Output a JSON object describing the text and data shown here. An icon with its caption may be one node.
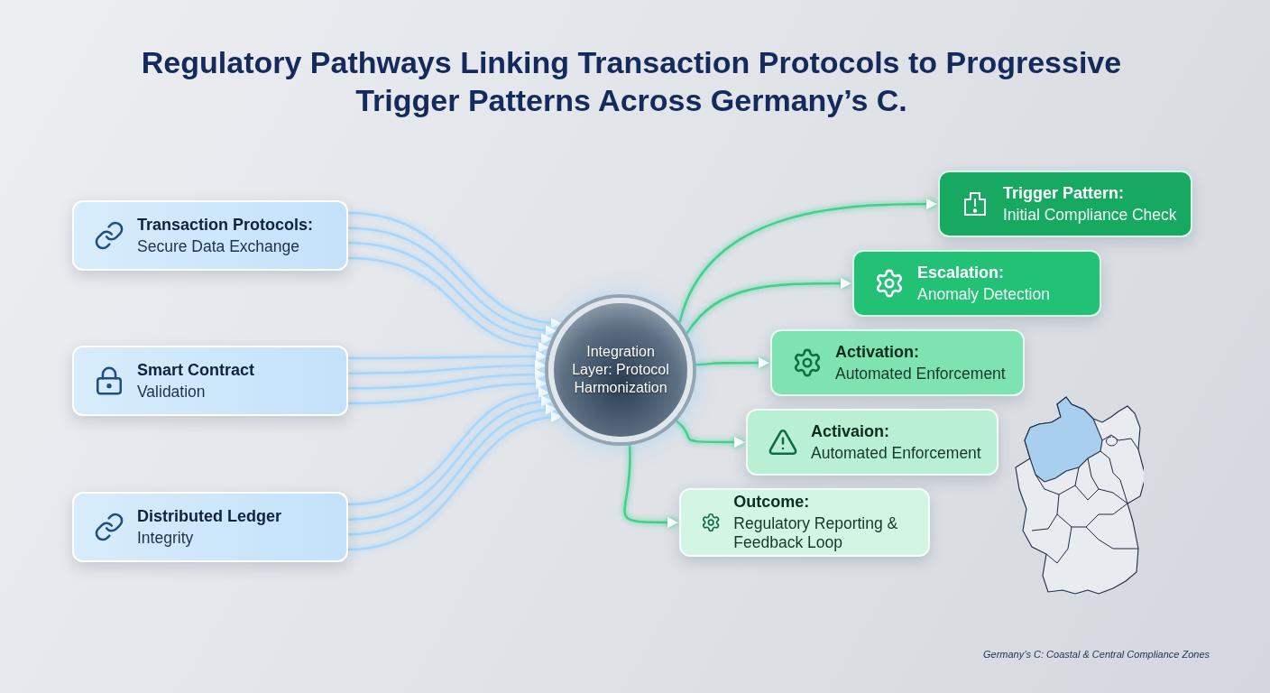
{
  "diagram": {
    "title": "Regulatory Pathways Linking Transaction Protocols to Progressive Trigger Patterns Across Germany’s C.",
    "nodes": [
      {
        "text": [
          "Transaction Protocols:",
          "Secure Data Exchange"
        ]
      },
      {
        "text": [
          "Smart Contract",
          "Validation"
        ]
      },
      {
        "text": [
          "Distributed Ledger",
          "Integrity"
        ]
      },
      {
        "text": [
          "Integration Layer: Protocol Harmonization"
        ]
      },
      {
        "text": [
          "Trigger Pattern:",
          "Initial Compliance Check"
        ]
      },
      {
        "text": [
          "Escalation:",
          "Anomaly Detection"
        ]
      },
      {
        "text": [
          "Activation:",
          "Automated Enforcement"
        ]
      },
      {
        "text": [
          "Activaion:",
          "Automated Enforcement"
        ]
      },
      {
        "text": [
          "Outcome:",
          "Regulatory Reporting & Feedback Loop"
        ]
      }
    ],
    "edges": [
      {
        "from": 0,
        "to": 3,
        "arrow": "to"
      },
      {
        "from": 0,
        "to": 3,
        "arrow": "to"
      },
      {
        "from": 0,
        "to": 3,
        "arrow": "to"
      },
      {
        "from": 0,
        "to": 3,
        "arrow": "to"
      },
      {
        "from": 1,
        "to": 3,
        "arrow": "to"
      },
      {
        "from": 1,
        "to": 3,
        "arrow": "to"
      },
      {
        "from": 1,
        "to": 3,
        "arrow": "to"
      },
      {
        "from": 1,
        "to": 3,
        "arrow": "to"
      },
      {
        "from": 2,
        "to": 3,
        "arrow": "to"
      },
      {
        "from": 2,
        "to": 3,
        "arrow": "to"
      },
      {
        "from": 2,
        "to": 3,
        "arrow": "to"
      },
      {
        "from": 2,
        "to": 3,
        "arrow": "to"
      },
      {
        "from": 3,
        "to": 4,
        "arrow": "to",
        "color": "#3fd08d"
      },
      {
        "from": 3,
        "to": 5,
        "arrow": "to",
        "color": "#3fd08d"
      },
      {
        "from": 3,
        "to": 6,
        "arrow": "to",
        "color": "#3fd08d"
      },
      {
        "from": 3,
        "to": 7,
        "arrow": "to",
        "color": "#3fd08d"
      },
      {
        "from": 3,
        "to": 8,
        "arrow": "to",
        "color": "#3fd08d"
      }
    ],
    "labels": [
      "Germany’s C: Coastal & Central Compliance Zones"
    ]
  }
}
